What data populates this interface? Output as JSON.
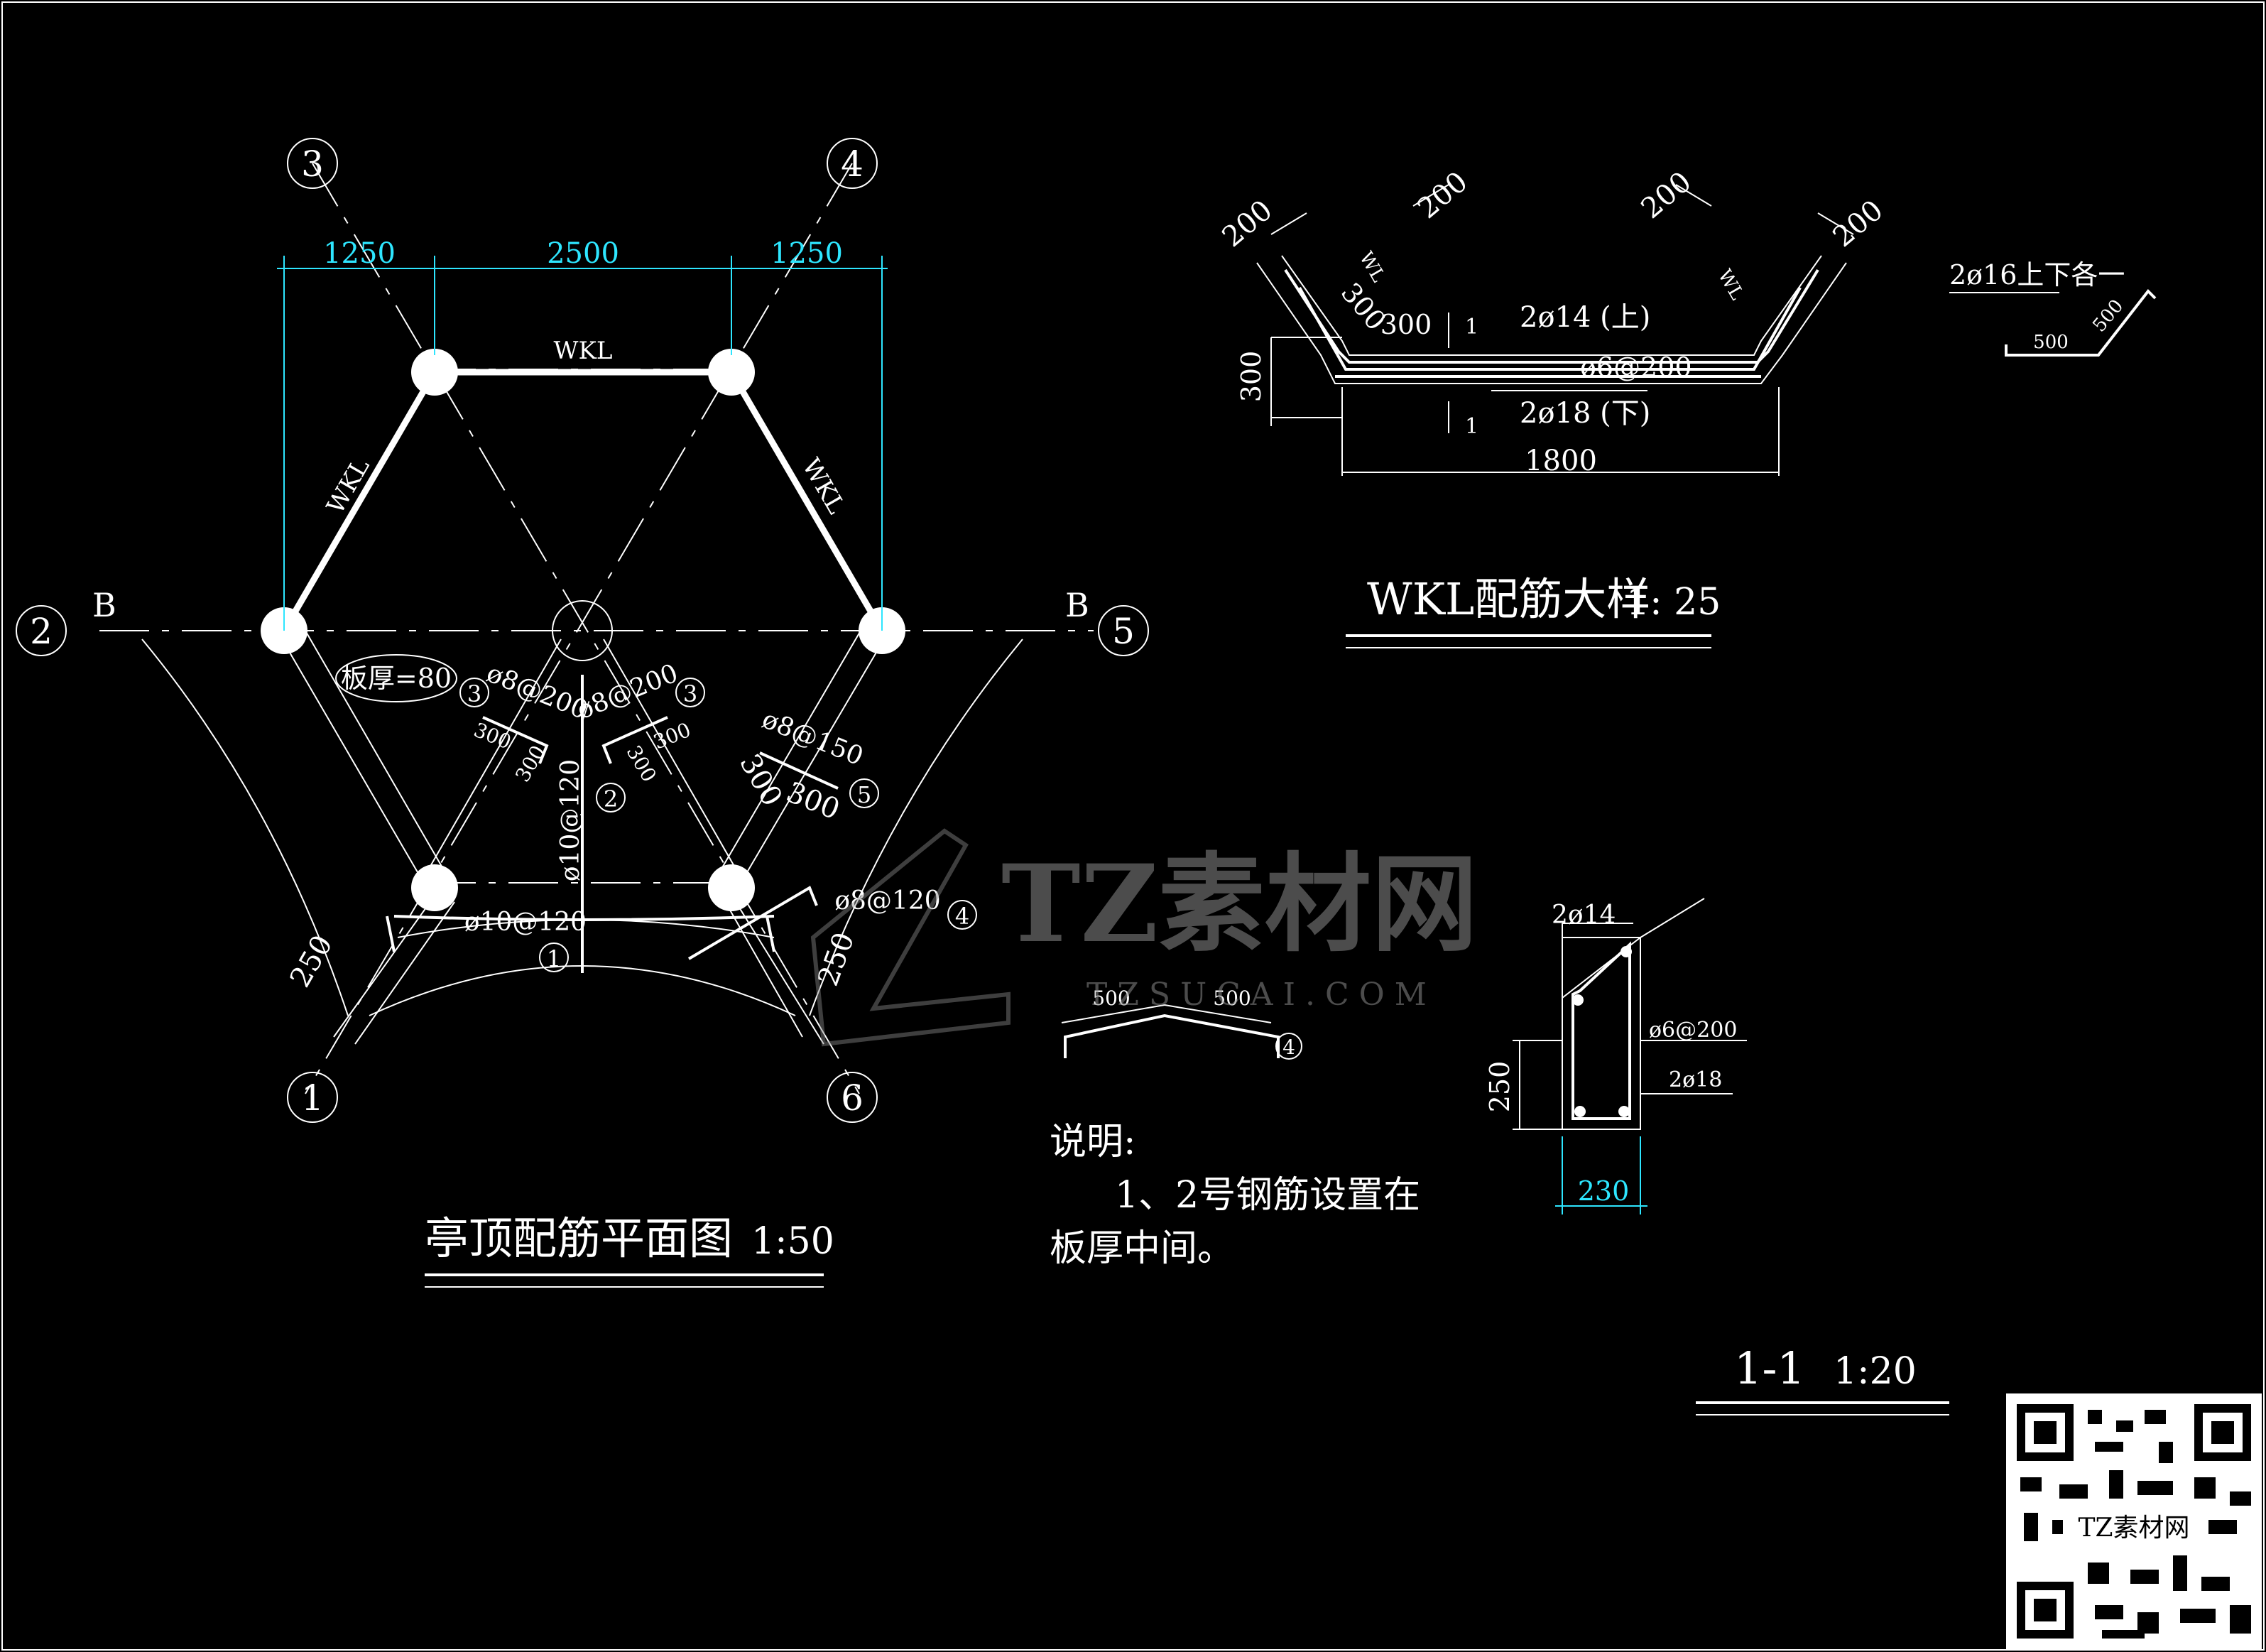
{
  "colors": {
    "background": "#000000",
    "lines": "#ffffff",
    "dimension": "#2ee6ff",
    "watermark": "#8a8a8a"
  },
  "plan": {
    "title": "亭顶配筋平面图",
    "scale": "1:50",
    "axis_labels": [
      "1",
      "2",
      "3",
      "4",
      "5",
      "6"
    ],
    "line_B": "B",
    "dims_top": [
      "1250",
      "2500",
      "1250"
    ],
    "beam_label": "WKL",
    "slab_thickness": "板厚=80",
    "rebar_labels": [
      "ø8@200",
      "ø8@200",
      "ø8@150",
      "ø10@120",
      "ø10@120",
      "ø8@120"
    ],
    "bar_marks": [
      "1",
      "2",
      "3",
      "4",
      "5"
    ],
    "small_dims": [
      "300",
      "250"
    ]
  },
  "wkl_detail": {
    "title": "WKL配筋大样",
    "scale": "1: 25",
    "dims": [
      "200",
      "200",
      "200",
      "200",
      "300",
      "300",
      "300",
      "1800"
    ],
    "bar_top": "2ø14 (上)",
    "bar_stirrup": "ø6@200",
    "bar_bottom": "2ø18 (下)",
    "section_mark": "1",
    "beam_tag": "WL",
    "extra_bar": "2ø16上下各一",
    "extra_dims": [
      "500",
      "500"
    ]
  },
  "bar4_detail": {
    "dims": [
      "500",
      "500"
    ],
    "mark": "4"
  },
  "section": {
    "title": "1-1",
    "scale": "1:20",
    "top_bar": "2ø14",
    "stirrup": "ø6@200",
    "bottom_bar": "2ø18",
    "height": "250",
    "width": "230"
  },
  "notes": {
    "heading": "说明:",
    "line1": "1、2号钢筋设置在",
    "line2": "板厚中间。"
  },
  "watermark": {
    "brand": "TZ素材网",
    "url": "TZSUCAI.COM",
    "qr_caption": "TZ素材网"
  }
}
